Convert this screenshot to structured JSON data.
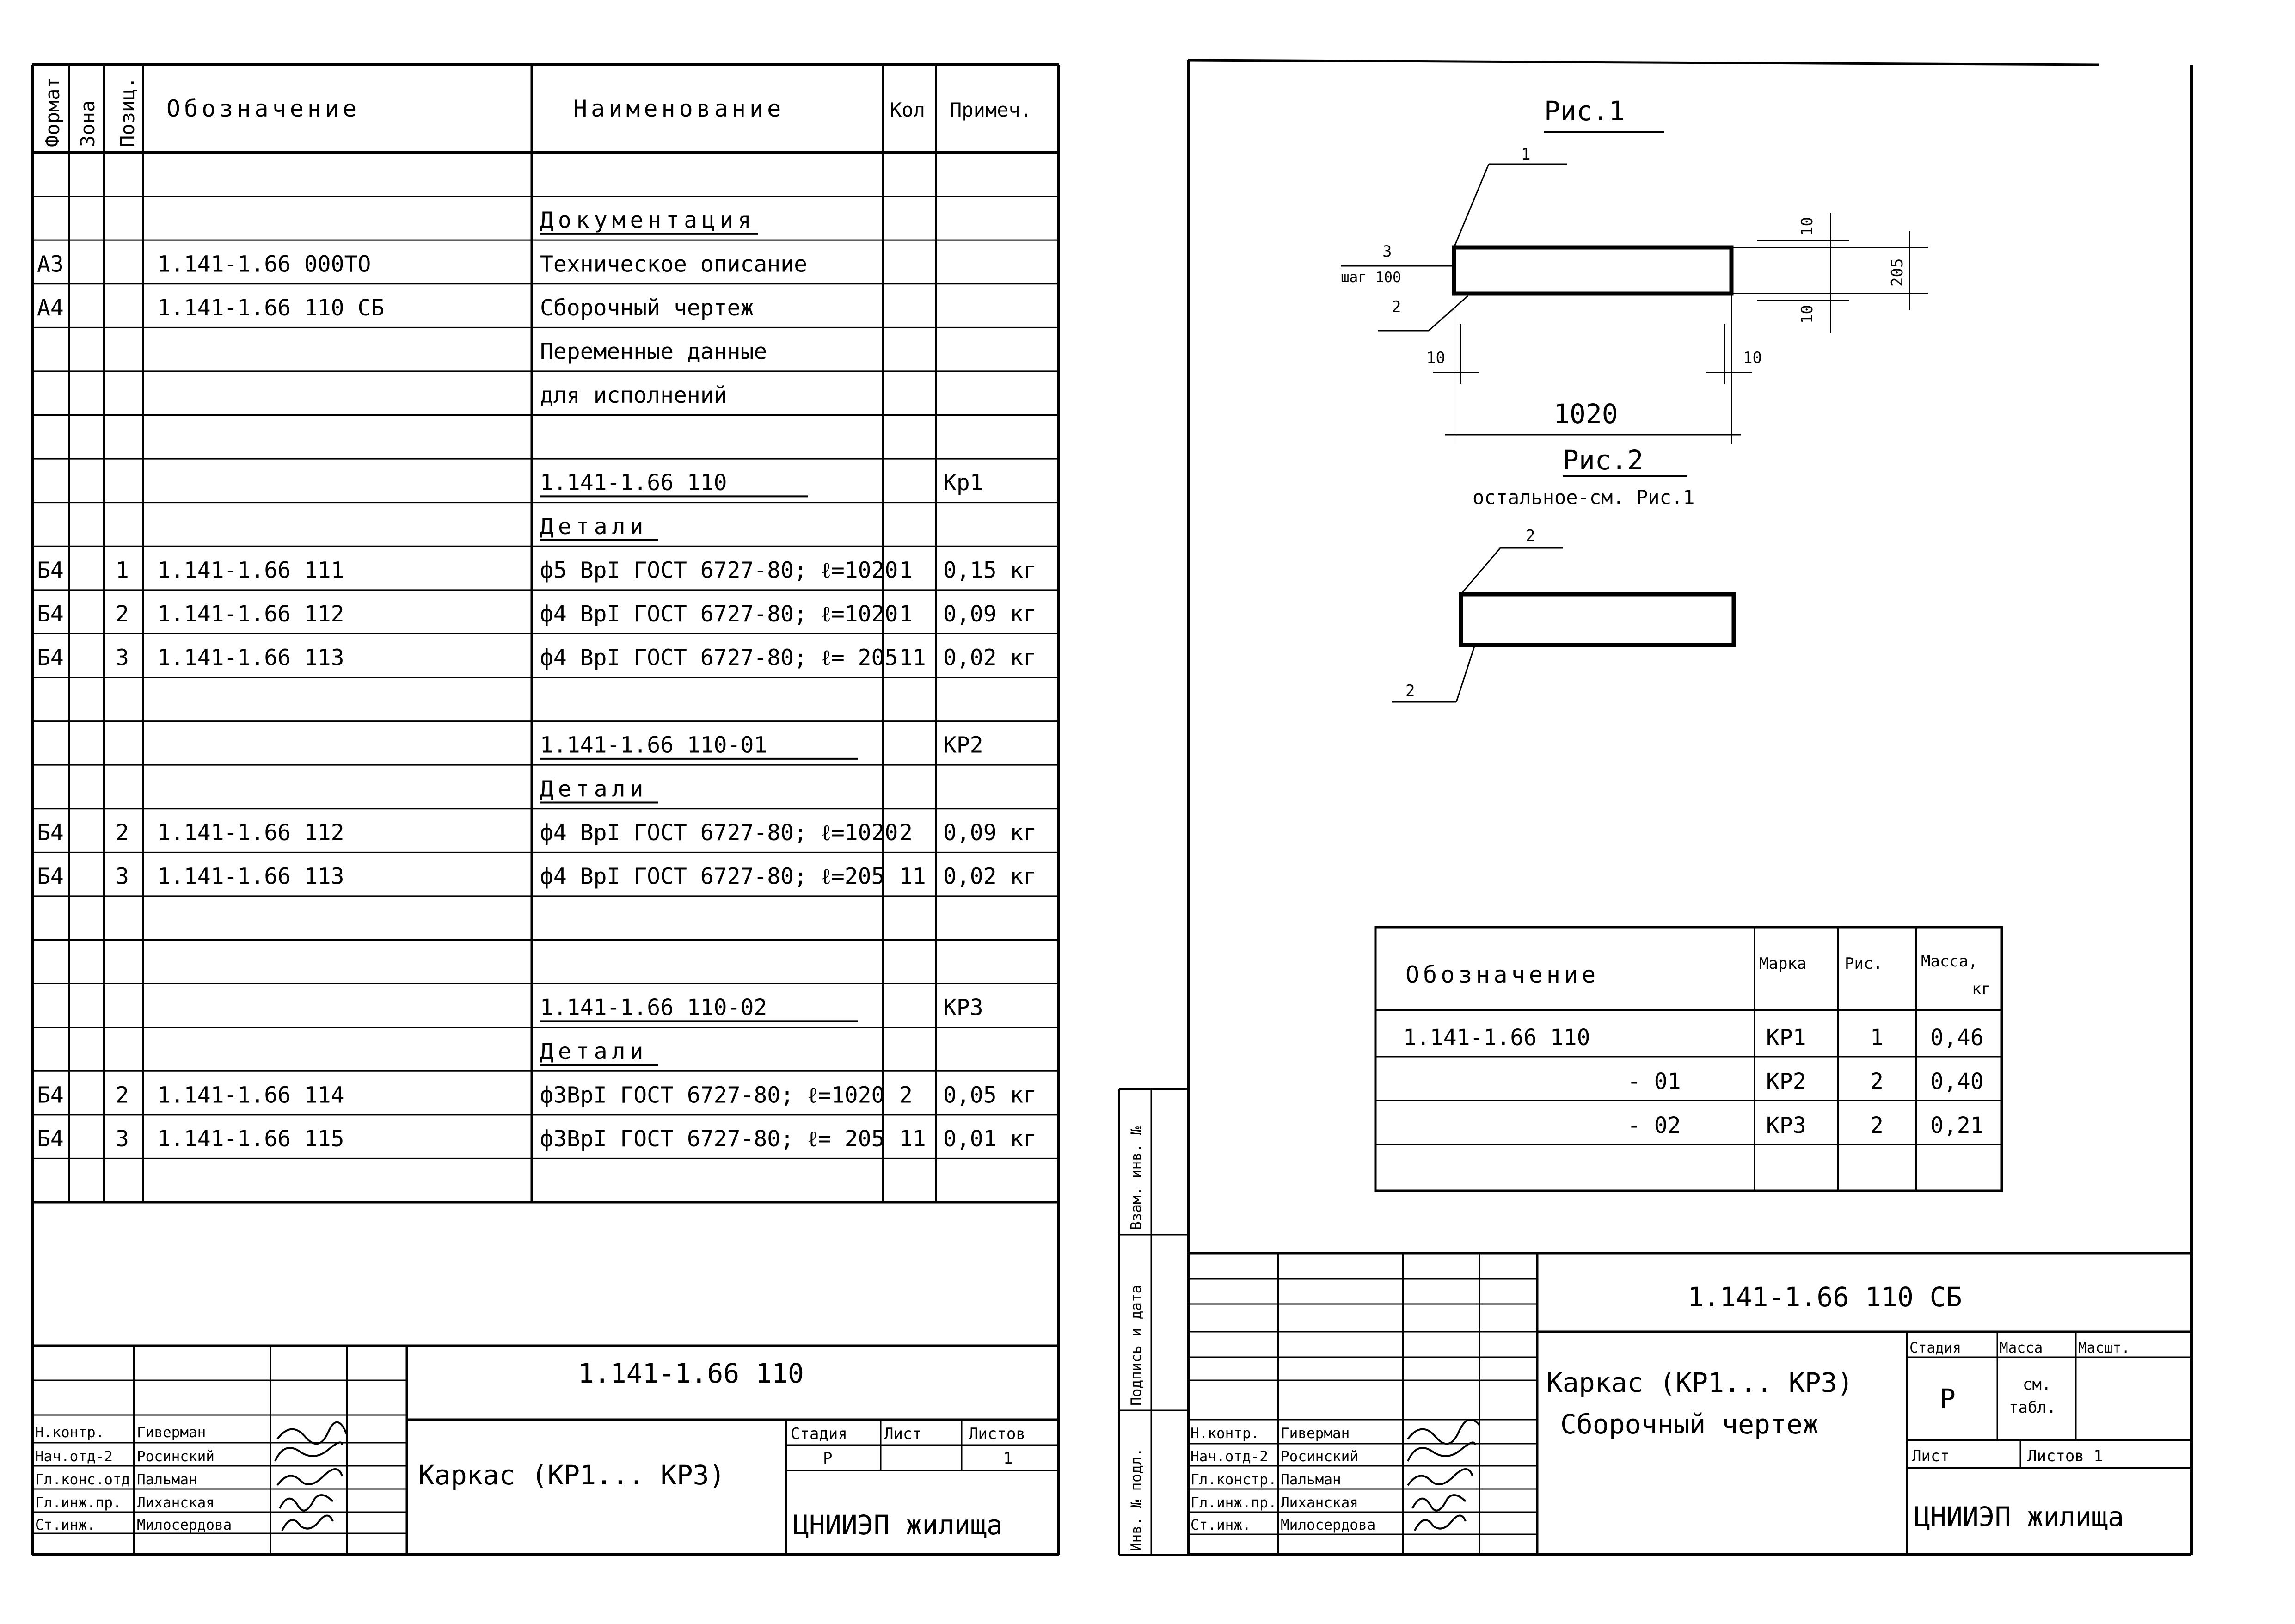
{
  "left_sheet": {
    "headers": {
      "format": "Формат",
      "zone": "Зона",
      "pos": "Позиц.",
      "designation": "Обозначение",
      "name": "Наименование",
      "qty": "Кол",
      "note": "Примеч."
    },
    "rows": [
      {
        "format": "",
        "zone": "",
        "pos": "",
        "designation": "",
        "name": "",
        "qty": "",
        "note": ""
      },
      {
        "format": "",
        "zone": "",
        "pos": "",
        "designation": "",
        "name": "Документация",
        "qty": "",
        "note": ""
      },
      {
        "format": "А3",
        "zone": "",
        "pos": "",
        "designation": "1.141-1.66   000ТО",
        "name": "Техническое описание",
        "qty": "",
        "note": ""
      },
      {
        "format": "А4",
        "zone": "",
        "pos": "",
        "designation": "1.141-1.66   110 СБ",
        "name": "Сборочный   чертеж",
        "qty": "",
        "note": ""
      },
      {
        "format": "",
        "zone": "",
        "pos": "",
        "designation": "",
        "name": "Переменные данные",
        "qty": "",
        "note": ""
      },
      {
        "format": "",
        "zone": "",
        "pos": "",
        "designation": "",
        "name": "для исполнений",
        "qty": "",
        "note": ""
      },
      {
        "format": "",
        "zone": "",
        "pos": "",
        "designation": "",
        "name": "",
        "qty": "",
        "note": ""
      },
      {
        "format": "",
        "zone": "",
        "pos": "",
        "designation": "",
        "name": "1.141-1.66  110",
        "qty": "",
        "note": "Кр1"
      },
      {
        "format": "",
        "zone": "",
        "pos": "",
        "designation": "",
        "name": "Детали",
        "qty": "",
        "note": ""
      },
      {
        "format": "Б4",
        "zone": "",
        "pos": "1",
        "designation": "1.141-1.66   111",
        "name": "ф5 ВрI ГОСТ 6727-80; ℓ=1020",
        "qty": "1",
        "note": "0,15 кг"
      },
      {
        "format": "Б4",
        "zone": "",
        "pos": "2",
        "designation": "1.141-1.66   112",
        "name": "ф4 ВрI ГОСТ 6727-80; ℓ=1020",
        "qty": "1",
        "note": "0,09 кг"
      },
      {
        "format": "Б4",
        "zone": "",
        "pos": "3",
        "designation": "1.141-1.66   113",
        "name": "ф4 ВрI ГОСТ 6727-80; ℓ= 205",
        "qty": "11",
        "note": "0,02 кг"
      },
      {
        "format": "",
        "zone": "",
        "pos": "",
        "designation": "",
        "name": "",
        "qty": "",
        "note": ""
      },
      {
        "format": "",
        "zone": "",
        "pos": "",
        "designation": "",
        "name": "1.141-1.66  110-01",
        "qty": "",
        "note": "КР2"
      },
      {
        "format": "",
        "zone": "",
        "pos": "",
        "designation": "",
        "name": "Детали",
        "qty": "",
        "note": ""
      },
      {
        "format": "Б4",
        "zone": "",
        "pos": "2",
        "designation": "1.141-1.66   112",
        "name": "ф4 ВрI ГОСТ 6727-80; ℓ=1020",
        "qty": "2",
        "note": "0,09 кг"
      },
      {
        "format": "Б4",
        "zone": "",
        "pos": "3",
        "designation": "1.141-1.66   113",
        "name": "ф4 ВрI ГОСТ 6727-80; ℓ=205",
        "qty": "11",
        "note": "0,02 кг"
      },
      {
        "format": "",
        "zone": "",
        "pos": "",
        "designation": "",
        "name": "",
        "qty": "",
        "note": ""
      },
      {
        "format": "",
        "zone": "",
        "pos": "",
        "designation": "",
        "name": "",
        "qty": "",
        "note": ""
      },
      {
        "format": "",
        "zone": "",
        "pos": "",
        "designation": "",
        "name": "1.141-1.66  110-02",
        "qty": "",
        "note": "КР3"
      },
      {
        "format": "",
        "zone": "",
        "pos": "",
        "designation": "",
        "name": "Детали",
        "qty": "",
        "note": ""
      },
      {
        "format": "Б4",
        "zone": "",
        "pos": "2",
        "designation": "1.141-1.66   114",
        "name": "ф3ВрI ГОСТ 6727-80; ℓ=1020",
        "qty": "2",
        "note": "0,05 кг"
      },
      {
        "format": "Б4",
        "zone": "",
        "pos": "3",
        "designation": "1.141-1.66   115",
        "name": "ф3ВрI ГОСТ 6727-80; ℓ= 205",
        "qty": "11",
        "note": "0,01 кг"
      },
      {
        "format": "",
        "zone": "",
        "pos": "",
        "designation": "",
        "name": "",
        "qty": "",
        "note": ""
      }
    ],
    "title_block": {
      "code": "1.141-1.66 110",
      "title": "Каркас (КР1... КР3)",
      "stage_label": "Стадия",
      "sheet_label": "Лист",
      "sheets_label": "Листов",
      "stage": "Р",
      "sheet": "",
      "sheets": "1",
      "org": "ЦНИИЭП жилища",
      "people": [
        {
          "role": "Н.контр.",
          "name": "Гиверман"
        },
        {
          "role": "Нач.отд-2",
          "name": "Росинский"
        },
        {
          "role": "Гл.конс.отд",
          "name": "Пальман"
        },
        {
          "role": "Гл.инж.пр.",
          "name": "Лиханская"
        },
        {
          "role": "Ст.инж.",
          "name": "Милосердова"
        }
      ]
    }
  },
  "right_sheet": {
    "fig1": {
      "caption": "Рис.1",
      "leader_1": "1",
      "leader_2": "2",
      "leader_3": "3",
      "step_label": "шаг 100",
      "dim_10_top": "10",
      "dim_205": "205",
      "dim_10_bottom": "10",
      "dim_10_left": "10",
      "dim_10_right": "10",
      "dim_1020": "1020"
    },
    "fig2": {
      "caption": "Рис.2",
      "subcaption": "остальное-см. Рис.1",
      "leader_top": "2",
      "leader_bottom": "2"
    },
    "mass_table": {
      "headers": {
        "designation": "Обозначение",
        "mark": "Марка",
        "fig": "Рис.",
        "mass_1": "Масса,",
        "mass_2": "кг"
      },
      "rows": [
        {
          "designation": "1.141-1.66  110",
          "mark": "КР1",
          "fig": "1",
          "mass": "0,46"
        },
        {
          "designation": "- 01",
          "mark": "КР2",
          "fig": "2",
          "mass": "0,40"
        },
        {
          "designation": "- 02",
          "mark": "КР3",
          "fig": "2",
          "mass": "0,21"
        },
        {
          "designation": "",
          "mark": "",
          "fig": "",
          "mass": ""
        }
      ]
    },
    "side_labels": {
      "inv_orig": "Инв. № подл.",
      "sign_date": "Подпись и дата",
      "inv_repl": "Взам. инв. №"
    },
    "title_block": {
      "code": "1.141-1.66  110 СБ",
      "title_1": "Каркас (КР1... КР3)",
      "title_2": "Сборочный чертеж",
      "stage_label": "Стадия",
      "mass_label": "Масса",
      "scale_label": "Масшт.",
      "stage": "Р",
      "mass_1": "см.",
      "mass_2": "табл.",
      "sheet_label": "Лист",
      "sheets_label": "Листов 1",
      "org": "ЦНИИЭП жилища",
      "people": [
        {
          "role": "Н.контр.",
          "name": "Гиверман"
        },
        {
          "role": "Нач.отд-2",
          "name": "Росинский"
        },
        {
          "role": "Гл.констр.",
          "name": "Пальман"
        },
        {
          "role": "Гл.инж.пр.",
          "name": "Лиханская"
        },
        {
          "role": "Ст.инж.",
          "name": "Милосердова"
        }
      ]
    }
  }
}
